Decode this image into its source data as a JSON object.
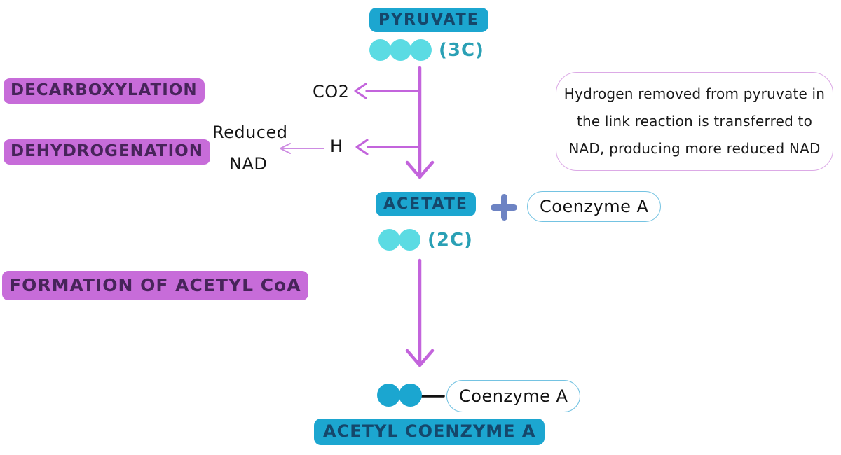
{
  "pyruvate": {
    "label": "PYRUVATE",
    "carbon_label": "(3C)",
    "carbon_count": 3
  },
  "process_labels": {
    "decarboxylation": "DECARBOXYLATION",
    "dehydrogenation": "DEHYDROGENATION",
    "formation": "FORMATION OF ACETYL CoA"
  },
  "byproducts": {
    "co2": "CO2",
    "hydrogen": "H",
    "reduced_nad": [
      "Reduced",
      "NAD"
    ]
  },
  "note": {
    "lines": [
      "Hydrogen removed from pyruvate in",
      "the link reaction is transferred to",
      "NAD, producing more reduced NAD"
    ]
  },
  "acetate": {
    "label": "ACETATE",
    "carbon_label": "(2C)",
    "carbon_count": 2,
    "plus_icon": "+",
    "coenzyme_a": "Coenzyme A"
  },
  "acetyl_coa": {
    "coenzyme_a": "Coenzyme A",
    "label": "ACETYL COENZYME A",
    "carbon_count": 2
  },
  "colors": {
    "cyan_badge": "#1ca6d0",
    "cyan_badge_text": "#15476b",
    "light_cyan_dot": "#5bdbe3",
    "dark_cyan_dot": "#1ba6d0",
    "teal_carbon_text": "#2aa0b5",
    "purple_badge": "#c76cd9",
    "purple_badge_text": "#47245a",
    "arrow_purple": "#c364dc",
    "thin_arrow_purple": "#cd8ce2",
    "plus_blue": "#6d83c3",
    "pill_border_blue": "#74c3e2",
    "note_border_purple": "#dcaae6"
  }
}
